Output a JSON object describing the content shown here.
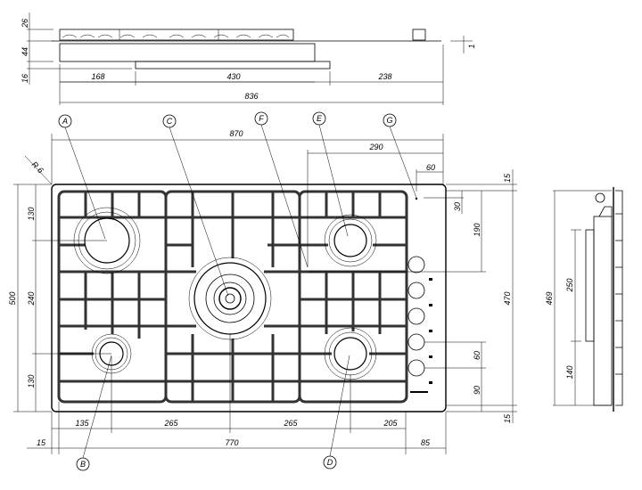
{
  "top_view": {
    "dims": {
      "h_grate": "26",
      "h_body": "44",
      "h_bottom": "16",
      "thickness": "1",
      "w_left": "168",
      "w_mid": "430",
      "w_right": "238",
      "w_total": "836"
    }
  },
  "plan_view": {
    "labels": {
      "A": "A",
      "B": "B",
      "C": "C",
      "D": "D",
      "E": "E",
      "F": "F",
      "G": "G"
    },
    "dims": {
      "corner_radius": "R 6",
      "width_total": "870",
      "panel_offset": "290",
      "panel_edge": "60",
      "top_margin": "15",
      "g_offset": "30",
      "knob_top": "190",
      "inner_height": "470",
      "knob_pitch": "60",
      "knob_bottom": "90",
      "bottom_margin": "15",
      "height_total": "500",
      "left_top": "130",
      "left_mid": "240",
      "left_bottom": "130",
      "x1": "135",
      "x2": "265",
      "x3": "265",
      "x4": "205",
      "left_margin": "15",
      "inner_width": "770",
      "right_panel": "85"
    }
  },
  "side_view": {
    "dims": {
      "height": "469",
      "cutout": "250",
      "bottom": "140"
    }
  }
}
